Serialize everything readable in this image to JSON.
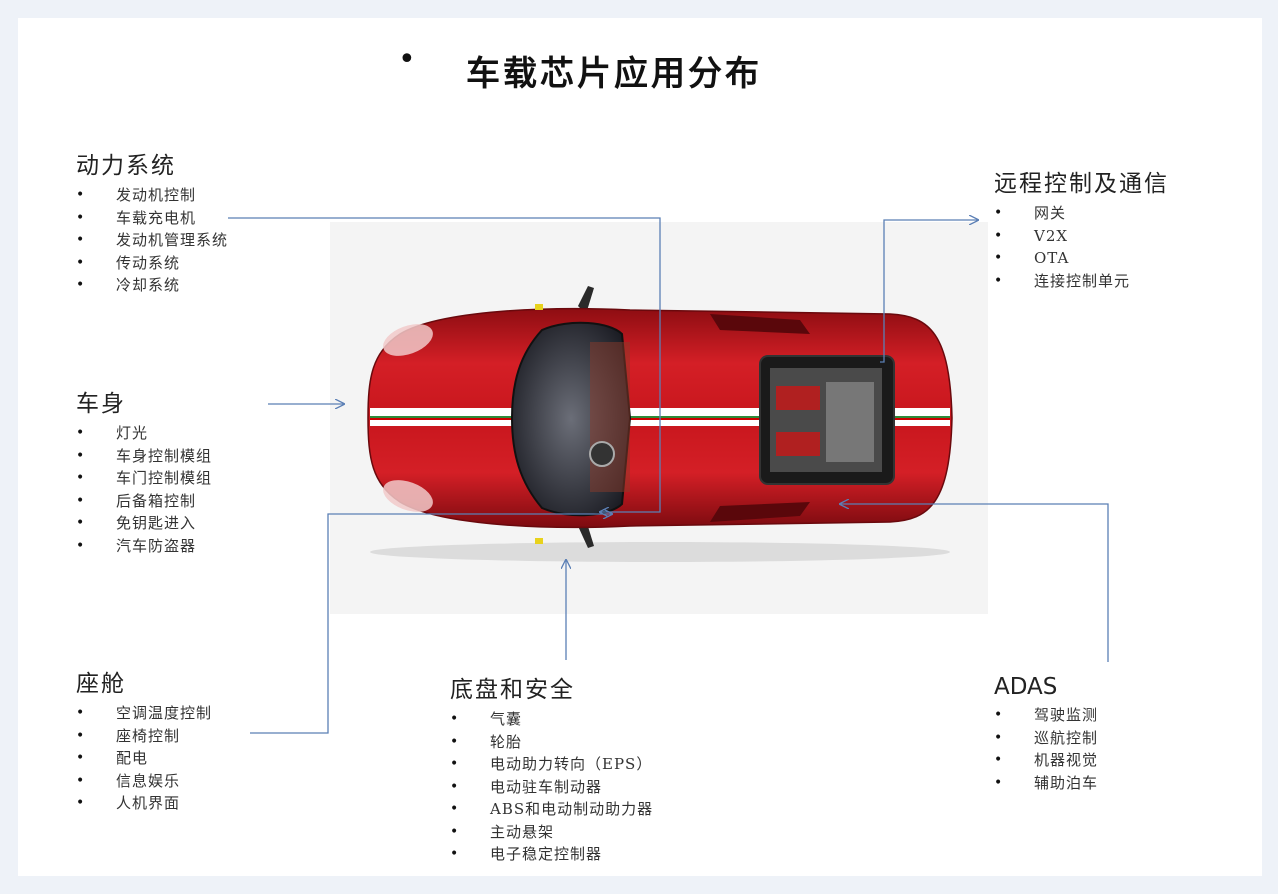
{
  "title": {
    "bullet": "•",
    "text": "车载芯片应用分布"
  },
  "groups": {
    "powertrain": {
      "title": "动力系统",
      "items": [
        "发动机控制",
        "车载充电机",
        "发动机管理系统",
        "传动系统",
        "冷却系统"
      ]
    },
    "body": {
      "title": "车身",
      "items": [
        "灯光",
        "车身控制模组",
        "车门控制模组",
        "后备箱控制",
        "免钥匙进入",
        "汽车防盗器"
      ]
    },
    "cabin": {
      "title": "座舱",
      "items": [
        "空调温度控制",
        "座椅控制",
        "配电",
        "信息娱乐",
        "人机界面"
      ]
    },
    "chassis": {
      "title": "底盘和安全",
      "items": [
        "气囊",
        "轮胎",
        "电动助力转向（EPS）",
        "电动驻车制动器",
        "ABS和电动制动助力器",
        "主动悬架",
        "电子稳定控制器"
      ]
    },
    "telematics": {
      "title": "远程控制及通信",
      "items": [
        "网关",
        "V2X",
        "OTA",
        "连接控制单元"
      ]
    },
    "adas": {
      "title": "ADAS",
      "items": [
        "驾驶监测",
        "巡航控制",
        "机器视觉",
        "辅助泊车"
      ]
    }
  },
  "colors": {
    "car_body": "#c8161d",
    "connector": "#5b7fb5",
    "stripe": "#ffffff"
  }
}
